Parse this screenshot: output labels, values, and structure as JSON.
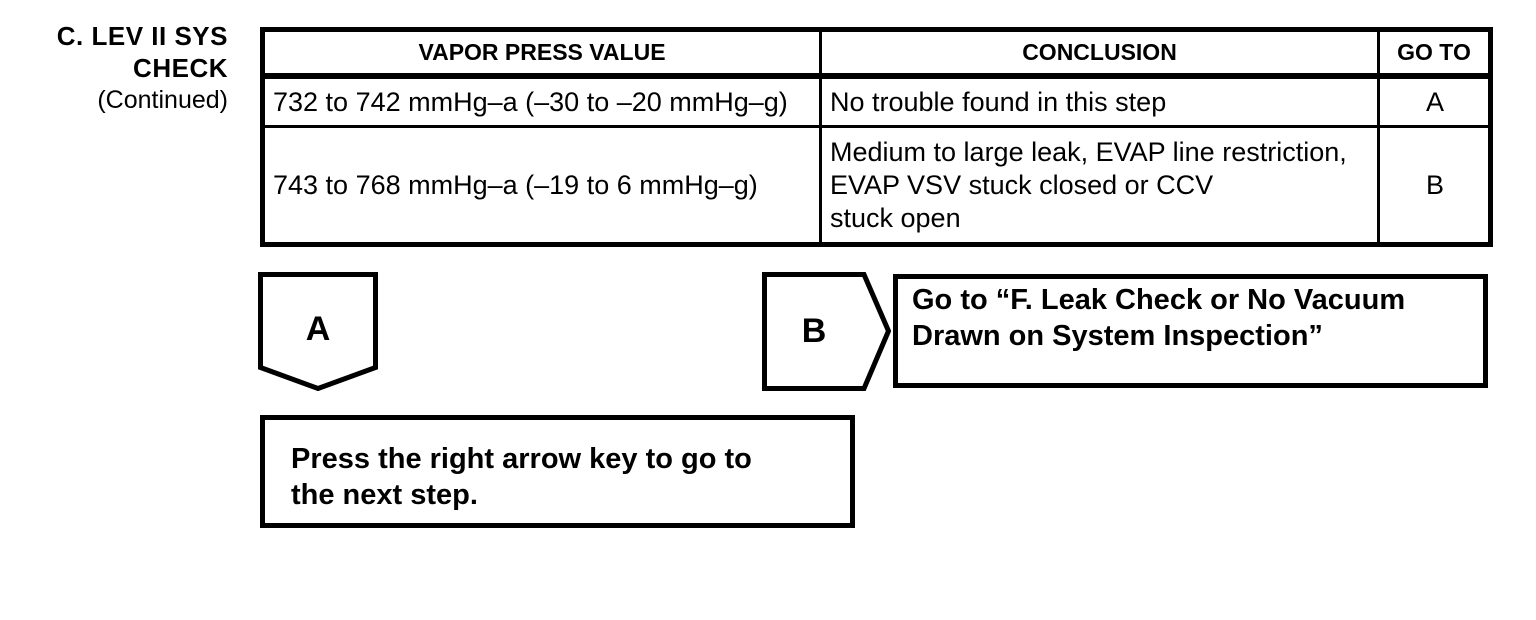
{
  "heading": {
    "line1": "C. LEV II SYS",
    "line2": "CHECK",
    "line3": "(Continued)"
  },
  "table": {
    "headers": [
      "VAPOR PRESS VALUE",
      "CONCLUSION",
      "GO TO"
    ],
    "rows": [
      {
        "vapor_press_value": "732 to 742 mmHg–a (–30 to –20 mmHg–g)",
        "conclusion_lines": [
          "No trouble found in this step"
        ],
        "go_to": "A"
      },
      {
        "vapor_press_value": "743 to 768 mmHg–a (–19 to 6 mmHg–g)",
        "conclusion_lines": [
          "Medium to large leak, EVAP line restriction,",
          "EVAP VSV stuck closed or CCV",
          "stuck open"
        ],
        "go_to": "B"
      }
    ]
  },
  "flowchart": {
    "connector_a_label": "A",
    "connector_b_label": "B",
    "goto_box_lines": [
      "Go to “F. Leak Check or No Vacuum",
      "Drawn on System Inspection”"
    ],
    "note_box_lines": [
      "Press the right arrow key to go to",
      "the next step."
    ]
  },
  "colors": {
    "ink": "#000000",
    "background": "#ffffff"
  }
}
